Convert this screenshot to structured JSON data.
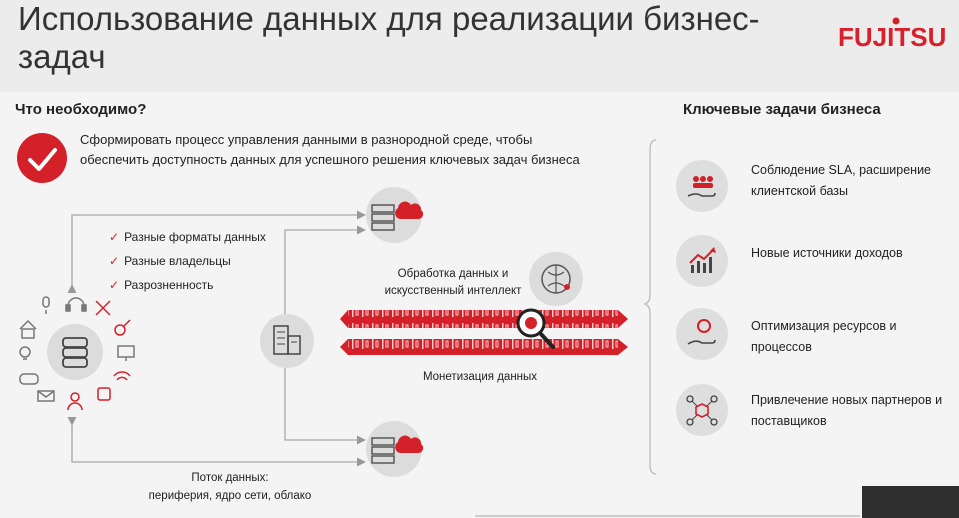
{
  "header": {
    "title": "Использование данных для реализации бизнес-задач",
    "logo": "FUJITSU"
  },
  "left": {
    "heading": "Что необходимо?",
    "requirement": "Сформировать процесс управления данными в разнородной среде, чтобы обеспечить доступность данных для успешного решения ключевых задач бизнеса",
    "bullets": [
      "Разные форматы данных",
      "Разные владельцы",
      "Разрозненность"
    ],
    "labels": {
      "processing": "Обработка данных и искусственный интеллект",
      "monetization": "Монетизация данных",
      "flow_line1": "Поток данных:",
      "flow_line2": "периферия, ядро сети, облако"
    },
    "stream_colors": {
      "red": "#d42028",
      "dark": "#b31a22"
    }
  },
  "right": {
    "heading": "Ключевые задачи бизнеса",
    "items": [
      {
        "text": "Соблюдение SLA, расширение клиентской базы",
        "icon": "people-hand-icon"
      },
      {
        "text": "Новые источники доходов",
        "icon": "growth-chart-icon"
      },
      {
        "text": "Оптимизация ресурсов и процессов",
        "icon": "resource-hand-icon"
      },
      {
        "text": "Привлечение новых партнеров и поставщиков",
        "icon": "network-cube-icon"
      }
    ]
  }
}
